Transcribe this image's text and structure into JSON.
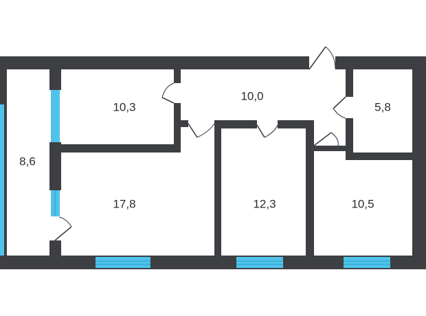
{
  "colors": {
    "wall": "#3d3f43",
    "window": "#4fc3ea",
    "background": "#ffffff"
  },
  "rooms": [
    {
      "id": "corridor-left",
      "area": "8,6"
    },
    {
      "id": "room-top-left",
      "area": "10,3"
    },
    {
      "id": "hall",
      "area": "10,0"
    },
    {
      "id": "bathroom",
      "area": "5,8"
    },
    {
      "id": "living-room",
      "area": "17,8"
    },
    {
      "id": "bedroom-middle",
      "area": "12,3"
    },
    {
      "id": "bedroom-right",
      "area": "10,5"
    }
  ]
}
